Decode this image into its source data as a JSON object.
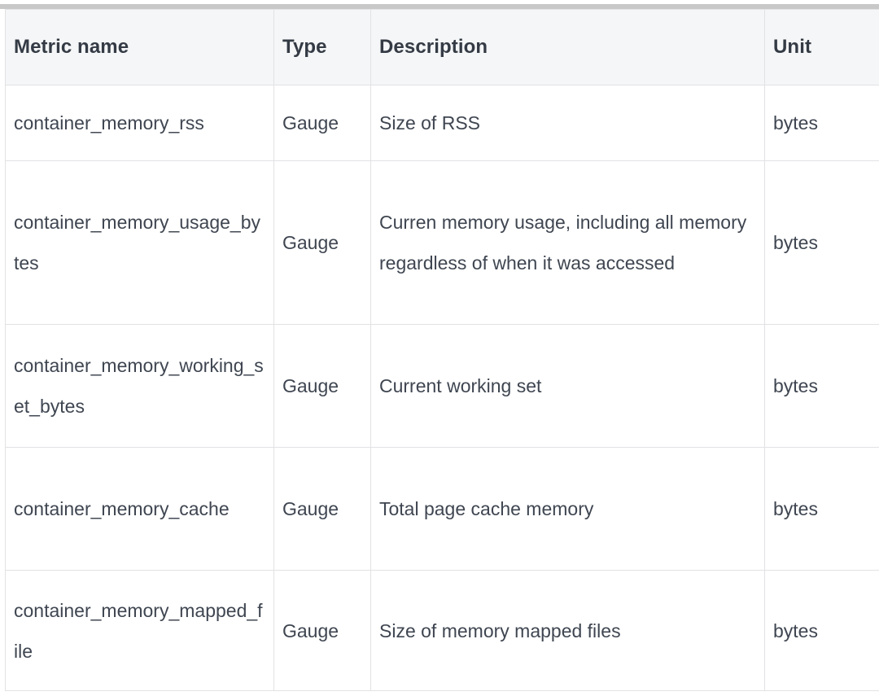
{
  "table": {
    "columns": [
      {
        "key": "name",
        "label": "Metric name"
      },
      {
        "key": "type",
        "label": "Type"
      },
      {
        "key": "description",
        "label": "Description"
      },
      {
        "key": "unit",
        "label": "Unit"
      }
    ],
    "rows": [
      {
        "name": "container_memory_rss",
        "type": "Gauge",
        "description": "Size of RSS",
        "unit": "bytes"
      },
      {
        "name": "container_memory_usage_bytes",
        "type": "Gauge",
        "description": "Curren memory usage, including all memory regardless of when it was accessed",
        "unit": "bytes"
      },
      {
        "name": "container_memory_working_set_bytes",
        "type": "Gauge",
        "description": "Current working set",
        "unit": "bytes"
      },
      {
        "name": "container_memory_cache",
        "type": "Gauge",
        "description": "Total page cache memory",
        "unit": "bytes"
      },
      {
        "name": "container_memory_mapped_file",
        "type": "Gauge",
        "description": "Size of memory mapped files",
        "unit": "bytes"
      }
    ]
  },
  "colors": {
    "header_background": "#f5f6f7",
    "header_text": "#343b45",
    "body_text": "#3f4651",
    "border": "#e2e2e4",
    "top_rule": "#c8c8c8",
    "page_background": "#ffffff"
  }
}
